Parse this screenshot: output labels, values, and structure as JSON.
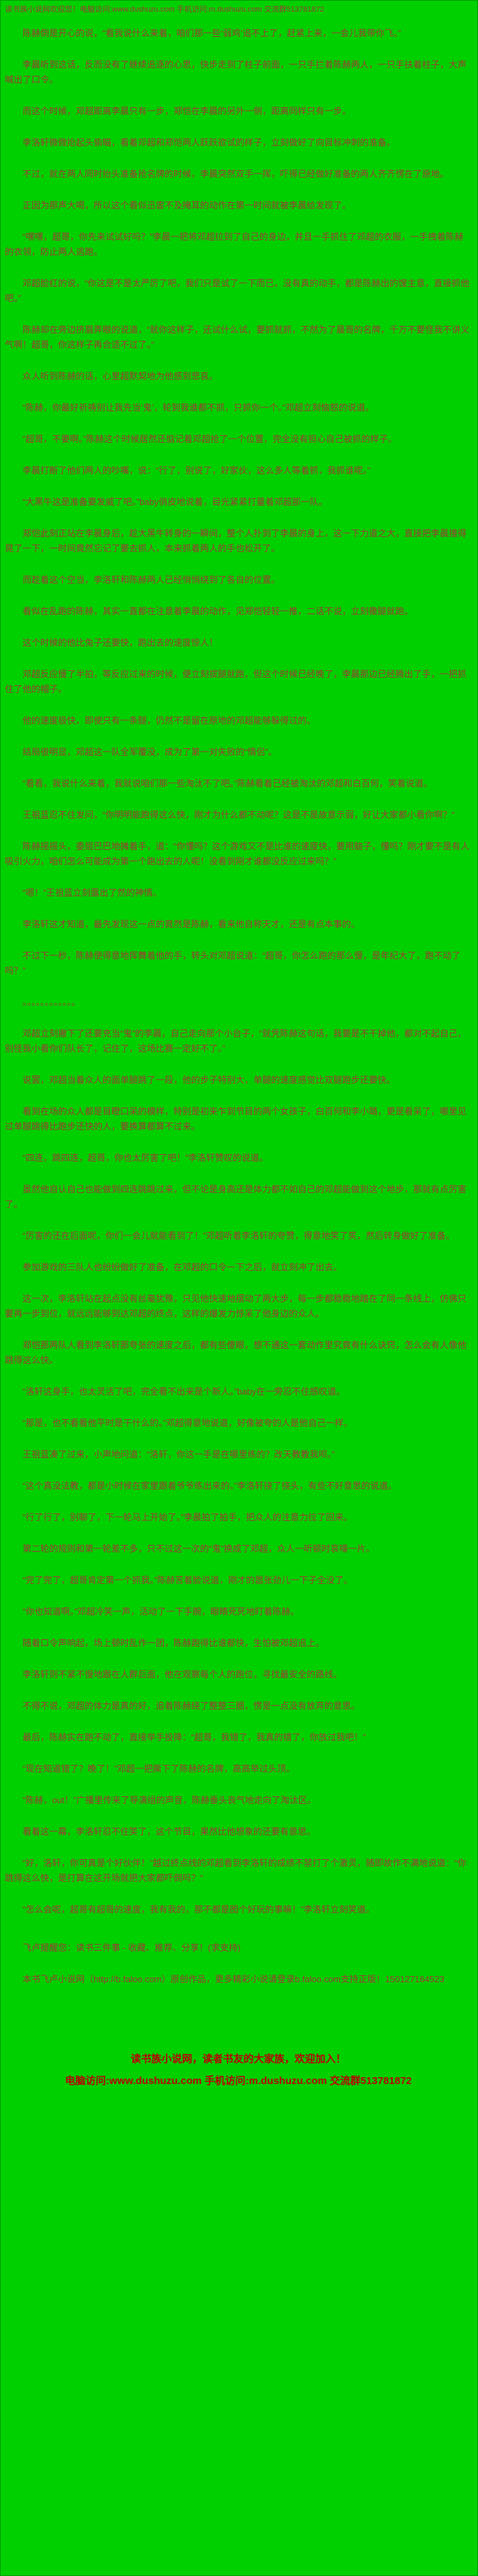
{
  "colors": {
    "background": "#00D000",
    "border": "#009900",
    "text": "#A33636",
    "footer_text": "#BB0000"
  },
  "header": {
    "notice": "读书族小说网欢迎您！电脑访问:www.dushuzu.com 手机访问:m.dushuzu.com 交流群513781872"
  },
  "content": {
    "paragraphs": [
      "陈赫倒是开心的说，“看我说什么来着，咱们那一些‘弱鸡’追不上了，赶紧上来，一会儿我带你飞。”",
      "李晨听到这话，反而没有了继续追逐的心思，快步走到了柱子前面，一只手拦着陈赫两人，一只手扶着柱子，大声喊出了口令。",
      "而这个时候，邓超距离李晨只有一步，郑恺在李晨的另外一侧，距离同样只有一步。",
      "李洛轩微微抬起头偷瞄，看着邓超和郑恺两人跃跃欲试的样子，立刻做好了向目标冲刺的准备。",
      "不过，就在两人同时抬头准备抢名牌的时候，李晨突然双手一挥，吓得已经做好准备的两人齐齐愣在了原地。",
      "正因为那声大喝，所以这个看似迅雷不及掩耳的动作在第一时间就被李晨给发现了。",
      "“嘿嘿，超哥，你先来试试好吗？”李晨一把将邓超拉到了自己的身边，并且一手抓住了邓超的衣服，一手拽着陈赫的衣领，防止两人逃跑。",
      "邓超脸红的说，“你这是不是太严厉了吧，我们只是试了一下而已，没有真的动手，都是陈赫出的馊主意，直接抓他吧。”",
      "陈赫却在旁边挤眉弄眼的说道，“就你这样子，还试什么试，要抓就抓，不然为了晨哥的名牌，千万不要怪我不讲义气啊！超哥，你这样子再合适不过了。”",
      "众人听到陈赫的话，心里超默契地为他感到悲哀。",
      "“陈赫，你最好祈祷别让我先当‘鬼’，轮到我谁都不抓，只抓你一个。”邓超立刻恼怒的说道。",
      "“超哥，不要啊。”陈赫这个时候居然还惦记着邓超抢了一个位置，完全没有担心自己被抓的样子。",
      "李晨打断了他们两人的吵嘴，说：“行了，别说了，好家伙，这么多人等着抓，我抓谁呢。”",
      "“大黑牛这是准备要发威了吧。”baby俏皮地说着，目光紧紧打量着邓超那一队。",
      "郑恺此刻正站在李晨身后，趁大黑牛转身的一瞬间，整个人扑到了李晨的身上，这一下力道之大，直接把李晨撞得晃了一下，一时间竟然忘记了要去抓人，本来抓着两人的手也松开了。",
      "而趁着这个空当，李洛轩和陈赫两人已经悄悄绕到了各自的位置。",
      "看似在乱跑的陈赫，其实一直都在注意着李晨的动作，见郑恺轻轻一推，二话不说，立刻撒腿就跑。",
      "这个时候的他比兔子还要快，跑出去的速度惊人！",
      "邓超反应慢了半拍，等反应过来的时候，便立刻拔腿就跑，但这个时候已经晚了，李晨那边已经腾出了手，一把抓住了他的帽子。",
      "他的速度极快，即使只有一条腿，仍然不是留在原地的邓超能够躲得过的。",
      "结局很明显，邓超这一队全军覆没，成为了第一对失败的“情侣”。",
      "“看看，我说什么来着，我就说咱们那一些淘汰不了吧。”陈赫看着已经被淘汰的邓超和白百何，笑着说道。",
      "王祖蓝忍不住发问，“你明明能跑得这么快，刚才为什么都不动呢？这是不是故意示弱，好让大家都小看你啊？”",
      "陈赫摇摇头，委屈巴巴地摊着手，道：“你懂吗？这个游戏又不是比谁的速度快，要用脑子，懂吗？刚才要不是有人吸引火力，咱们怎么可能成为第一个跑出去的人呢！没看到刚才谁都没反应过来吗？”",
      "“嗯！”王祖蓝立刻露出了然的神情。",
      "李洛轩这才知道，最先发现这一点的竟然是陈赫，看来他自称天才，还是有点本事的。",
      "不过下一秒，陈赫便得意地挥舞着他的手，转头对邓超说道：“超哥，你怎么跑的那么慢，是年纪大了，跑不动了吗？”",
      "。。。。。。。。。。。。",
      "邓超立刻撇下了还要充当“鬼”的李晨，自己走向那个小台子，“就凭陈赫这句话，我要是不干掉他，都对不起自己，别怪我小看你们队长了，记住了，这场比赛一定好不了。”",
      "说罢，邓超当着众人的面单腿跳了一段，他的步子特别大，单腿的速度感觉比双腿跑步还要快。",
      "看到在场的众人都是目瞪口呆的模样，特别是初来乍到节目的两个女孩子，白百何和李小璐，更是看呆了，哪里见过单腿跳得比跑步还快的人，要换算都算不过来。",
      "“四连，跳四连，超哥，你也太厉害了吧！”李洛轩赞叹的说道。",
      "虽然他自认自己也能做到四连跳跳过来，但不论是身高还是体力都不如自己的邓超能做到这个地步，那就有点厉害了。",
      "“厉害的还在后面呢，你们一会儿就能看到了！”邓超听着李洛轩的夸赞，得意地笑了笑，然后转身做好了准备。",
      "参加游戏的三队人也纷纷做好了准备，在邓超的口令一下之后，就立刻冲了出去。",
      "这一次，李洛轩站在起点没有丝毫犹豫，只见他快速地摆动了两大步，每一步都稳稳地踏在了同一条线上，仿佛只要再一步到位，就远远能够到达邓超的终点，这样的爆发力惊呆了他身边的众人。",
      "郑恺那两队人看到李洛轩那夸张的速度之后，都有些傻眼，想不通这一套动作里究竟有什么诀窍，怎么会有人像他跳得这么快。",
      "“洛轩这身手，也太灵活了吧，完全看不出来是个新人。”baby在一旁忍不住感叹道。",
      "“那是，也不看看他平时是干什么的。”邓超得意地说道，好像被夸的人是他自己一样。",
      "王祖蓝凑了过来，小声地问道：“洛轩，你这一手是在哪里练的？改天教教我呗。”",
      "“这个真没法教，都是小时候在家里跟着爷爷练出来的。”李洛轩挠了挠头，有些不好意思的说道。",
      "“行了行了，别聊了，下一轮马上开始了。”李晨拍了拍手，把众人的注意力拉了回来。",
      "第二轮的规则和第一轮差不多，只不过这一次的“鬼”换成了邓超，众人一听顿时哀嚎一片。",
      "“完了完了，超哥肯定第一个抓我。”陈赫苦着脸说道，刚才的嚣张劲儿一下子全没了。",
      "“你也知道啊。”邓超冷笑一声，活动了一下手腕，眼睛死死地盯着陈赫。",
      "随着口令声响起，场上顿时乱作一团，陈赫跑得比谁都快，生怕被邓超追上。",
      "李洛轩则不紧不慢地跟在人群后面，他在观察每个人的跑位，寻找最安全的路线。",
      "不得不说，邓超的体力是真的好，追着陈赫绕了整整三圈，愣是一点没有放弃的意思。",
      "最后，陈赫实在跑不动了，直接举手投降：“超哥，我错了，我真的错了，你放过我吧！”",
      "“现在知道错了？晚了！”邓超一把撕下了陈赫的名牌，高高举过头顶。",
      "“陈赫，out！”广播里传来了导演组的声音，陈赫垂头丧气地走向了淘汰区。",
      "看着这一幕，李洛轩忍不住笑了，这个节目，果然比他想象的还要有意思。",
      "“好，洛轩，你可真是个好伙伴！”越过终点线的邓超看到李洛轩的成绩不禁打了个激灵，随即故作不满地说道：“你跳得这么快，是打算在这开场就把大家都吓倒吗？”",
      "“怎么会呢，超哥有超哥的速度，我有我的，那不都是图个好玩的事嘛！”李洛轩立刻笑道。"
    ]
  },
  "faloo": {
    "reminder": "飞卢提醒您：读书三件事 - 收藏、推荐、分享！(求支持)",
    "source": "本书飞卢小说网（http://b.faloo.com）原创作品，更多精彩小说请登录b.faloo.com支持正版！150127164523"
  },
  "footer": {
    "join": "读书族小说网，读者书友的大家族，欢迎加入！",
    "access": "电脑访问:www.dushuzu.com 手机访问:m.dushuzu.com 交流群513781872"
  }
}
